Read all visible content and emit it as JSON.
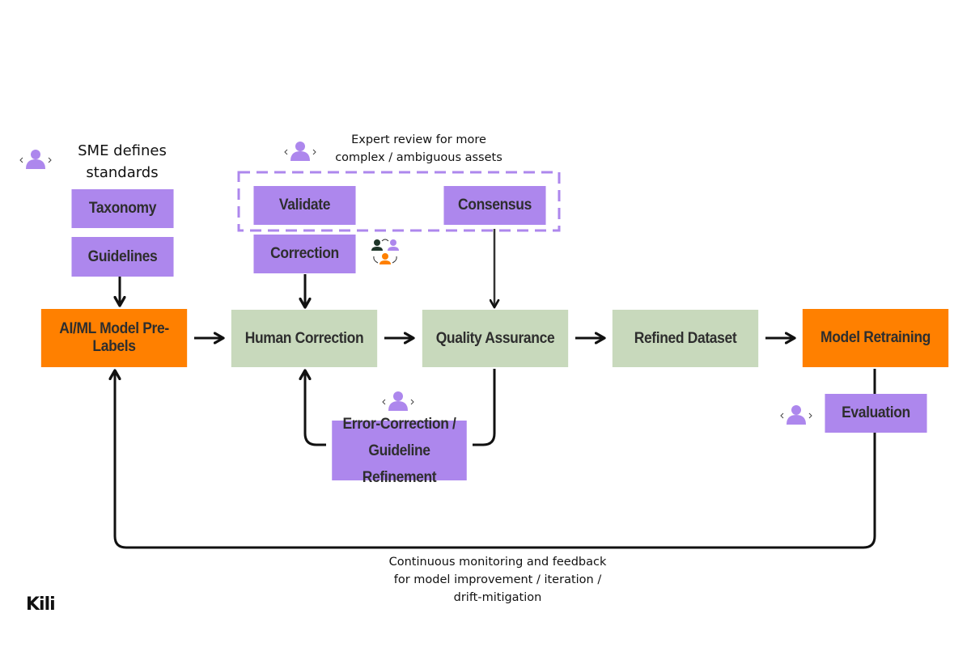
{
  "notes": {
    "sme_line1": "SME defines",
    "sme_line2": "standards",
    "expert_line1": "Expert review for more",
    "expert_line2": "complex / ambiguous assets",
    "feedback_line1": "Continuous monitoring and feedback",
    "feedback_line2": "for model improvement / iteration /",
    "feedback_line3": "drift-mitigation"
  },
  "nodes": {
    "taxonomy": "Taxonomy",
    "guidelines": "Guidelines",
    "validate": "Validate",
    "consensus": "Consensus",
    "correction": "Correction",
    "prelabels": "AI/ML Model Pre-Labels",
    "human_correction": "Human Correction",
    "quality_assurance": "Quality Assurance",
    "refined_dataset": "Refined Dataset",
    "model_retraining": "Model Retraining",
    "evaluation": "Evaluation",
    "error_correction_line1": "Error-Correction /",
    "error_correction_line2": "Guideline Refinement"
  },
  "logo": "Kili",
  "colors": {
    "purple": "#ad87ed",
    "green": "#c8d9bc",
    "orange": "#ff8000",
    "dark_user": "#1e3528"
  },
  "icons": [
    "user-code-icon",
    "user-group-icon"
  ]
}
